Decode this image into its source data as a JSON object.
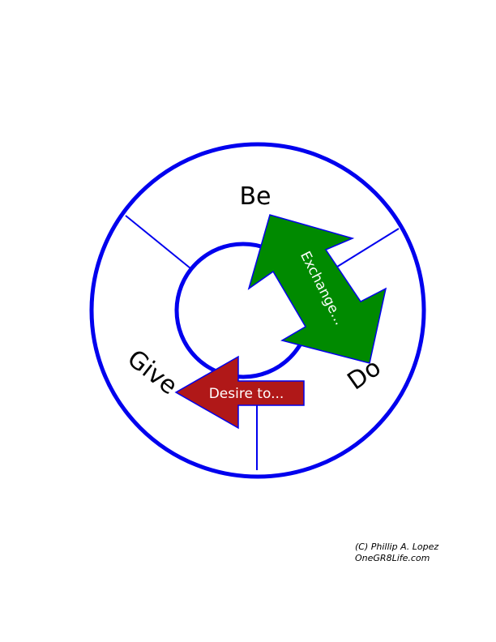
{
  "labels": {
    "be": "Be",
    "do": "Do",
    "give": "Give"
  },
  "arrows": {
    "exchange": "Exchange...",
    "desire": "Desire to..."
  },
  "credit": {
    "author": "(C) Phillip A. Lopez",
    "site": "OneGR8Life.com"
  },
  "colors": {
    "ring": "#0000ee",
    "green_arrow": "#008a00",
    "red_arrow": "#b01818"
  }
}
